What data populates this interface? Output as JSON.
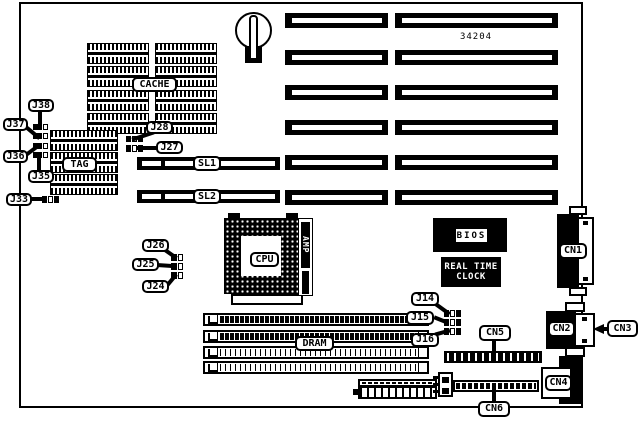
{
  "board": {
    "part_number": "34204",
    "jumper_labels": {
      "j14": "J14",
      "j15": "J15",
      "j16": "J16",
      "j24": "J24",
      "j25": "J25",
      "j26": "J26",
      "j27": "J27",
      "j28": "J28",
      "j33": "J33",
      "j35": "J35",
      "j36": "J36",
      "j37": "J37",
      "j38": "J38"
    },
    "connector_labels": {
      "cn1": "CN1",
      "cn2": "CN2",
      "cn3": "CN3",
      "cn4": "CN4",
      "cn5": "CN5",
      "cn6": "CN6"
    },
    "slot_labels": {
      "sl1": "SL1",
      "sl2": "SL2"
    },
    "component_labels": {
      "cpu": "CPU",
      "amp": "AMP",
      "tag": "TAG",
      "cache": "CACHE",
      "dram": "DRAM",
      "bios": "BIOS",
      "rtc_line1": "REAL TIME",
      "rtc_line2": "CLOCK"
    },
    "icons": {
      "battery-icon": "coin-cell-battery-top-view"
    },
    "colors": {
      "ink": "#000000",
      "paper": "#ffffff"
    }
  }
}
